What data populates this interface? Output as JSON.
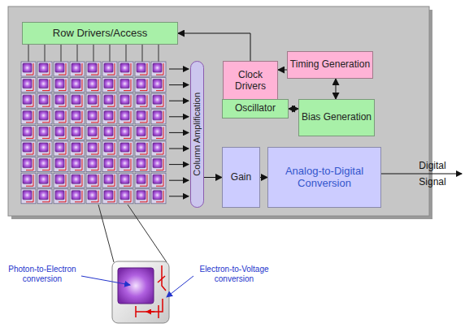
{
  "diagram": {
    "nodes": [
      {
        "text": [
          "Row Drivers/Access"
        ]
      },
      {
        "text": [
          "Column Amplification"
        ]
      },
      {
        "text": [
          "Clock Drivers"
        ]
      },
      {
        "text": [
          "Timing Generation"
        ]
      },
      {
        "text": [
          "Oscillator"
        ]
      },
      {
        "text": [
          "Bias Generation"
        ]
      },
      {
        "text": [
          "Gain"
        ]
      },
      {
        "text": [
          "Analog-to-Digital Conversion"
        ]
      }
    ],
    "edges": [
      {
        "from": 2,
        "to": 0,
        "arrow": "to"
      },
      {
        "from": 3,
        "to": 2,
        "arrow": "to"
      },
      {
        "from": 3,
        "to": 5,
        "arrow": "both"
      },
      {
        "from": 4,
        "to": 5,
        "arrow": "both"
      },
      {
        "from": 1,
        "to": 6,
        "arrow": "to"
      },
      {
        "from": 6,
        "to": 7,
        "arrow": "to"
      }
    ],
    "labels": [
      "Digital Signal",
      "Photon-to-Electron conversion",
      "Electron-to-Voltage conversion"
    ]
  }
}
